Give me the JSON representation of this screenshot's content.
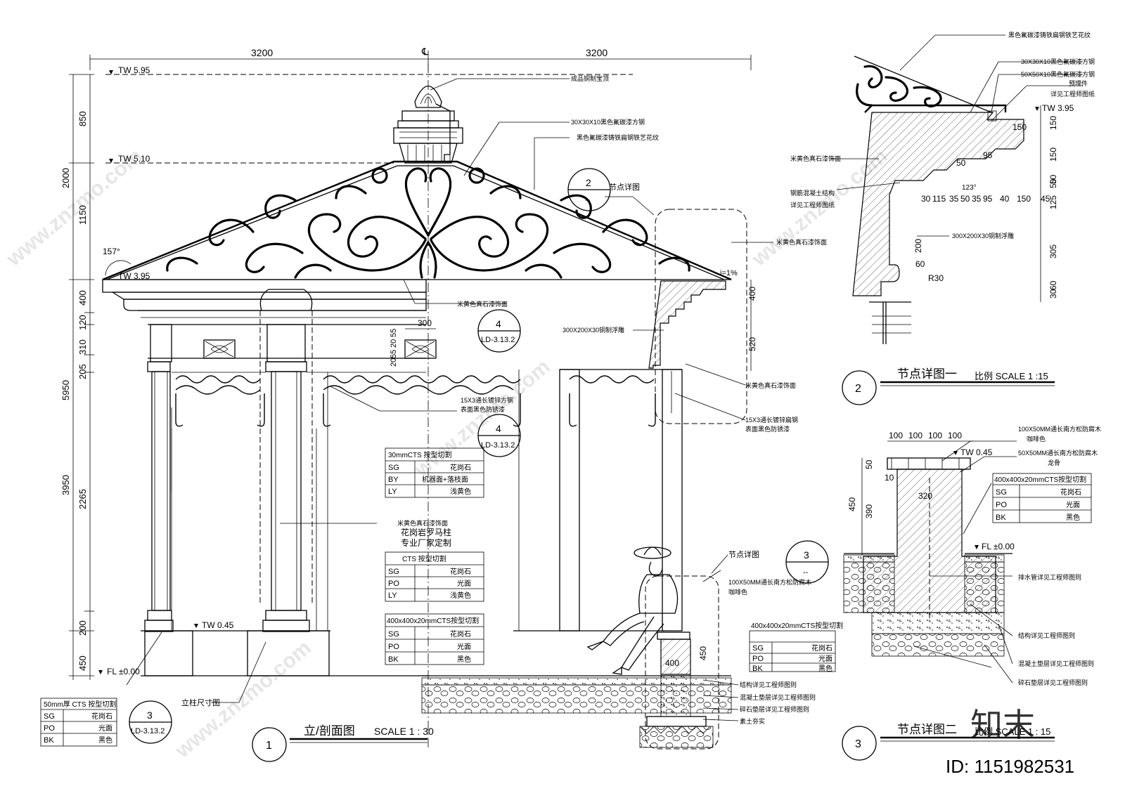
{
  "elevation": {
    "dim_span_left": "3200",
    "dim_span_right": "3200",
    "centerline": "℄",
    "levels": {
      "tw_top": "TW 5.95",
      "tw_510": "TW 5.10",
      "tw_395": "TW 3.95",
      "tw_045": "TW 0.45",
      "fl": "FL  ±0.00"
    },
    "vertical_dims": [
      "850",
      "2000",
      "1150",
      "5950",
      "400",
      "120",
      "310",
      "205",
      "3950",
      "2265",
      "200",
      "450"
    ],
    "roof_angle": "157°",
    "slope": "i=1%",
    "small_dims": [
      "300",
      "55",
      "20",
      "55",
      "20"
    ],
    "dims_520_400": [
      "400",
      "520"
    ],
    "dim_bench_400": "400",
    "dim_bench_450": "450",
    "notes": {
      "finial": "成品铜制宝顶",
      "steel_tube": "30X30X10黑色氟碳漆方钢",
      "iron_pattern": "黑色氟碳漆铸铁扁钢铁艺花纹",
      "stone_paint_1": "米黄色真石漆饰面",
      "stone_paint_2": "米黄色真石漆饰面",
      "stone_paint_3": "米黄色真石漆饰面",
      "copper_relief": "300X200X30铜制浮雕",
      "galv_steel_a": "15X3通长镀锌方钢",
      "galv_steel_b": "表面黑色防锈漆",
      "galv_steel_c": "15X3通长镀锌扁钢",
      "galv_steel_d": "表面黑色防锈漆",
      "column_paint": "米黄色真石漆饰面",
      "roman_col_1": "花岗岩罗马柱",
      "roman_col_2": "专业厂家定制",
      "column_size": "立柱尺寸图",
      "node_detail": "节点详图",
      "node_detail_3": "节点详图",
      "timber_1": "100X50MM通长南方松防腐木",
      "timber_2": "咖啡色",
      "struct": "结构详见工程师图则",
      "concrete_layer": "混凝土垫层详见工程师图则",
      "gravel_layer": "碎石垫层详见工程师图则",
      "soil": "素土夯实"
    },
    "tables": [
      {
        "header": "30mmCTS  按型切割",
        "rows": [
          [
            "SG",
            "花岗石"
          ],
          [
            "BY",
            "机器面+落枝面"
          ],
          [
            "LY",
            "浅黄色"
          ]
        ]
      },
      {
        "header": "CTS    按型切割",
        "rows": [
          [
            "SG",
            "花岗石"
          ],
          [
            "PO",
            "光面"
          ],
          [
            "LY",
            "浅黄色"
          ]
        ]
      },
      {
        "header": "400x400x20mmCTS按型切割",
        "rows": [
          [
            "SG",
            "花岗石"
          ],
          [
            "PO",
            "光面"
          ],
          [
            "BK",
            "黑色"
          ]
        ]
      },
      {
        "header": "400x400x20mmCTS按型切割",
        "rows": [
          [
            "SG",
            "花岗石"
          ],
          [
            "PO",
            "光面"
          ],
          [
            "BK",
            "黑色"
          ]
        ]
      },
      {
        "header": "50mm厚 CTS  按型切割",
        "rows": [
          [
            "SG",
            "花岗石"
          ],
          [
            "PO",
            "光面"
          ],
          [
            "BK",
            "黑色"
          ]
        ]
      }
    ],
    "callouts": [
      {
        "num": "4",
        "ref": "LD-3.13.2"
      },
      {
        "num": "4",
        "ref": "LD-3.13.2"
      },
      {
        "num": "3",
        "ref": "LD-3.13.2"
      },
      {
        "num": "2",
        "ref": "--"
      },
      {
        "num": "3",
        "ref": "--"
      }
    ],
    "title_num": "1",
    "title_text": "立/剖面图",
    "title_scale": "SCALE 1 : 30"
  },
  "detail_2": {
    "notes": [
      "黑色氟碳漆铸铁扁钢铁艺花纹",
      "30X30X10黑色氟碳漆方钢",
      "50X50X10黑色氟碳漆方钢",
      "预埋件",
      "详见工程师图纸",
      "米黄色真石漆饰面",
      "钢筋混凝土结构",
      "详见工程师图纸",
      "300X200X30铜制浮雕"
    ],
    "level": "TW 3.95",
    "dims_h": [
      "150",
      "95",
      "50",
      "30",
      "115",
      "35",
      "50",
      "35",
      "95",
      "40",
      "150",
      "45"
    ],
    "dims_v": [
      "150",
      "150",
      "50",
      "125",
      "50",
      "305",
      "30",
      "60"
    ],
    "dim_200": "200",
    "dim_60": "60",
    "dim_r30": "R30",
    "dim_angle": "123°",
    "title_num": "2",
    "title_text": "节点详图一",
    "title_scale": "比例  SCALE  1 :15"
  },
  "detail_3": {
    "dims_top": [
      "100",
      "100",
      "100",
      "100"
    ],
    "level_tw": "TW  0.45",
    "level_fl": "FL  ±0.00",
    "dims_v": [
      "50",
      "10",
      "450",
      "390"
    ],
    "dim_10": "10",
    "dim_320": "320",
    "notes": [
      "100X50MM通长南方松防腐木",
      "咖啡色",
      "50X50MM通长南方松防腐木",
      "龙骨",
      "排水管详见工程师图则",
      "结构详见工程师图则",
      "混凝土垫层详见工程师图则",
      "碎石垫层详见工程师图则"
    ],
    "table": {
      "header": "400x400x20mmCTS按型切割",
      "rows": [
        [
          "SG",
          "花岗石"
        ],
        [
          "PO",
          "光面"
        ],
        [
          "BK",
          "黑色"
        ]
      ]
    },
    "title_num": "3",
    "title_text": "节点详图二",
    "title_scale": "比例  SCALE  1 : 15"
  },
  "watermark": {
    "logo": "知末",
    "id": "ID: 1151982531",
    "site": "www.znzmo.com"
  }
}
